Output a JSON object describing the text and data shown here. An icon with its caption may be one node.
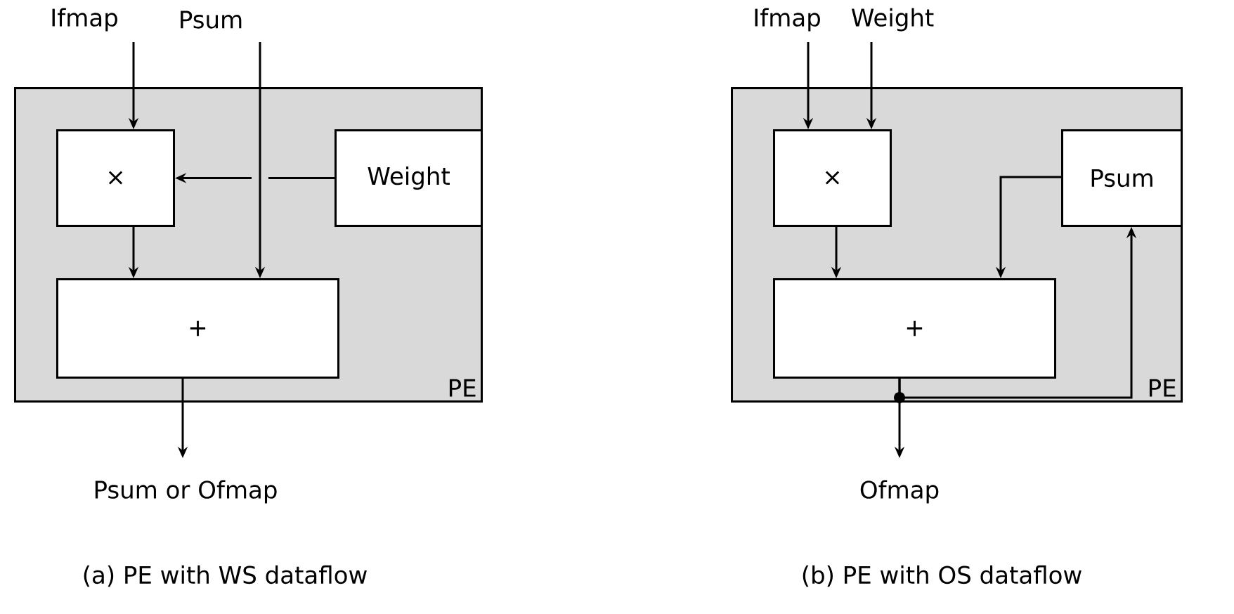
{
  "diagram": {
    "nodes": [
      {
        "text": [
          "Ifmap"
        ]
      },
      {
        "text": [
          "Psum"
        ]
      },
      {
        "text": [
          "PE"
        ]
      },
      {
        "text": [
          "×"
        ],
        "in": 2
      },
      {
        "text": [
          "Weight"
        ],
        "in": 2
      },
      {
        "text": [
          "+"
        ],
        "in": 2
      },
      {
        "text": [
          "Psum or Ofmap"
        ]
      },
      {
        "text": [
          "Ifmap"
        ]
      },
      {
        "text": [
          "Weight"
        ]
      },
      {
        "text": [
          "PE"
        ]
      },
      {
        "text": [
          "×"
        ],
        "in": 9
      },
      {
        "text": [
          "Psum"
        ],
        "in": 9
      },
      {
        "text": [
          "+"
        ],
        "in": 9
      },
      {
        "text": [
          "Ofmap"
        ]
      }
    ],
    "edges": [
      {
        "from": 0,
        "to": 3,
        "arrow": "to"
      },
      {
        "from": 1,
        "to": 5,
        "arrow": "to"
      },
      {
        "from": 4,
        "to": 3,
        "arrow": "to"
      },
      {
        "from": 3,
        "to": 5,
        "arrow": "to"
      },
      {
        "from": 5,
        "to": 6,
        "arrow": "to"
      },
      {
        "from": 7,
        "to": 10,
        "arrow": "to"
      },
      {
        "from": 8,
        "to": 10,
        "arrow": "to"
      },
      {
        "from": 10,
        "to": 12,
        "arrow": "to"
      },
      {
        "from": 11,
        "to": 12,
        "arrow": "to"
      },
      {
        "from": 12,
        "to": 13,
        "arrow": "to"
      },
      {
        "from": 12,
        "to": 11,
        "arrow": "to"
      }
    ],
    "labels": [
      "(a) PE with WS dataflow",
      "(b) PE with OS dataflow"
    ]
  }
}
